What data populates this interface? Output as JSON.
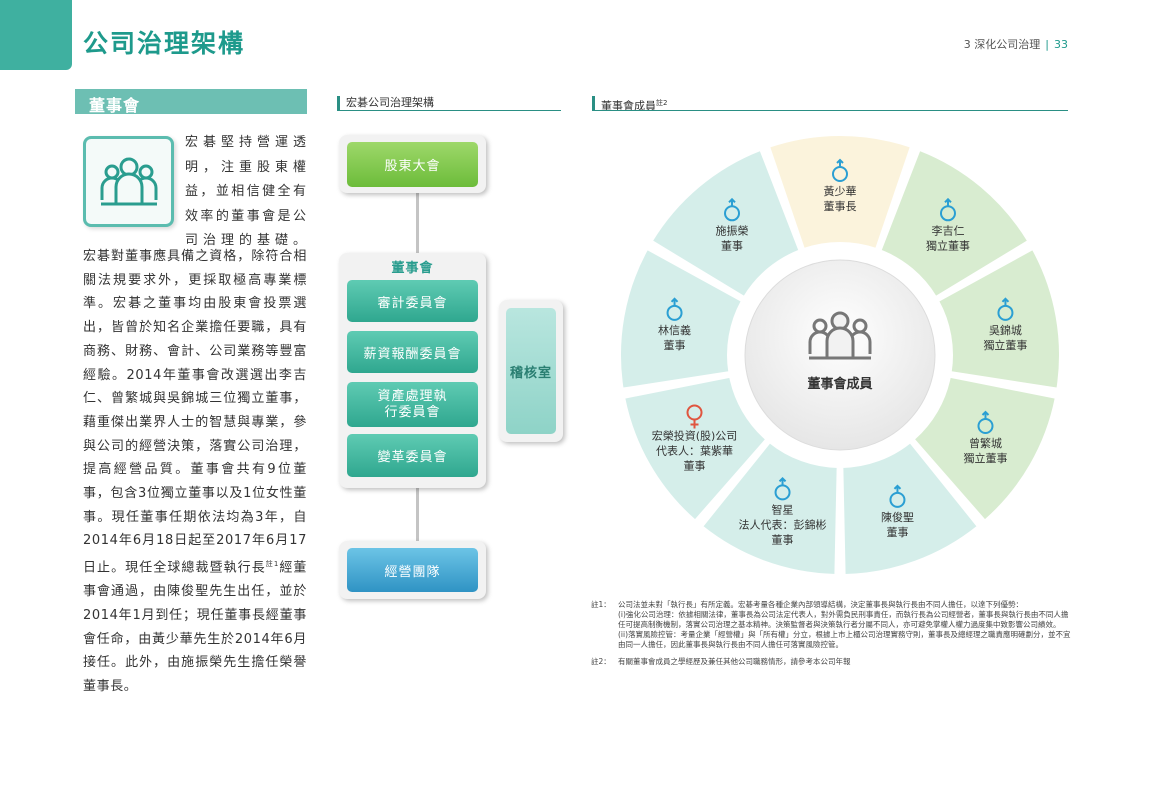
{
  "header": {
    "title": "公司治理架構",
    "chapter": "3 深化公司治理",
    "page": "33"
  },
  "section": {
    "title": "董事會",
    "intro": "宏碁堅持營運透明，注重股東權益，並相信健全有效率的董事會是公司治理的基礎。",
    "body_part1": "宏碁對董事應具備之資格，除符合相關法規要求外，更採取極高專業標準。宏碁之董事均由股東會投票選出，皆曾於知名企業擔任要職，具有商務、財務、會計、公司業務等豐富經驗。2014年董事會改選選出李吉仁、曾繁城與吳錦城三位獨立董事，藉重傑出業界人士的智慧與專業，參與公司的經營決策，落實公司治理，提高經營品質。董事會共有9位董事，包含3位獨立董事以及1位女性董事。現任董事任期依法均為3年，自2014年6月18日起至2017年6月17日止。現任全球總裁暨執行長",
    "body_note": "註1",
    "body_part2": "經董事會通過，由陳俊聖先生出任，並於2014年1月到任；現任董事長經董事會任命，由黃少華先生於2014年6月接任。此外，由施振榮先生擔任榮譽董事長。"
  },
  "org_chart": {
    "label": "宏碁公司治理架構",
    "shareholders": "股東大會",
    "board": "董事會",
    "committees": [
      "審計委員會",
      "薪資報酬委員會",
      "資產處理執行委員會",
      "變革委員會"
    ],
    "audit": "稽核室",
    "management": "經營團隊"
  },
  "board_members": {
    "label": "董事會成員",
    "label_note": "註2",
    "center_label": "董事會成員",
    "members": [
      {
        "name": "黃少華",
        "title": "董事長",
        "gender": "male"
      },
      {
        "name": "李吉仁",
        "title": "獨立董事",
        "gender": "male"
      },
      {
        "name": "吳錦城",
        "title": "獨立董事",
        "gender": "male"
      },
      {
        "name": "曾繁城",
        "title": "獨立董事",
        "gender": "male"
      },
      {
        "name": "陳俊聖",
        "title": "董事",
        "gender": "male"
      },
      {
        "name": "智星",
        "rep": "法人代表：彭錦彬",
        "title": "董事",
        "gender": "male"
      },
      {
        "name": "宏榮投資(股)公司",
        "rep": "代表人：葉紫華",
        "title": "董事",
        "gender": "female"
      },
      {
        "name": "林信義",
        "title": "董事",
        "gender": "male"
      },
      {
        "name": "施振榮",
        "title": "董事",
        "gender": "male"
      }
    ],
    "colors": {
      "chair": "#fbf3dc",
      "independent": "#d8ecd0",
      "director": "#d5eeea"
    }
  },
  "notes": {
    "note1_label": "註1：",
    "note1_text": "公司法並未對「執行長」有所定義。宏碁考量各種企業內部領導結構，決定董事長與執行長由不同人擔任，以達下列優勢：",
    "note1_i": "(i)強化公司治理：依據相關法律，董事長為公司法定代表人，對外需負民刑事責任，而執行長為公司經營者，董事長與執行長由不同人擔任可提高制衡機制，落實公司治理之基本精神。決策監督者與決策執行者分屬不同人，亦可避免掌權人權力過度集中致影響公司績效。",
    "note1_ii": "(ii)落實風險控管：考量企業「經營權」與「所有權」分立，根據上市上櫃公司治理實務守則，董事長及總經理之職責應明確劃分，並不宜由同一人擔任，因此董事長與執行長由不同人擔任可落實風險控管。",
    "note2_label": "註2：",
    "note2_text": "有關董事會成員之學經歷及兼任其他公司職務情形，請參考本公司年報"
  }
}
